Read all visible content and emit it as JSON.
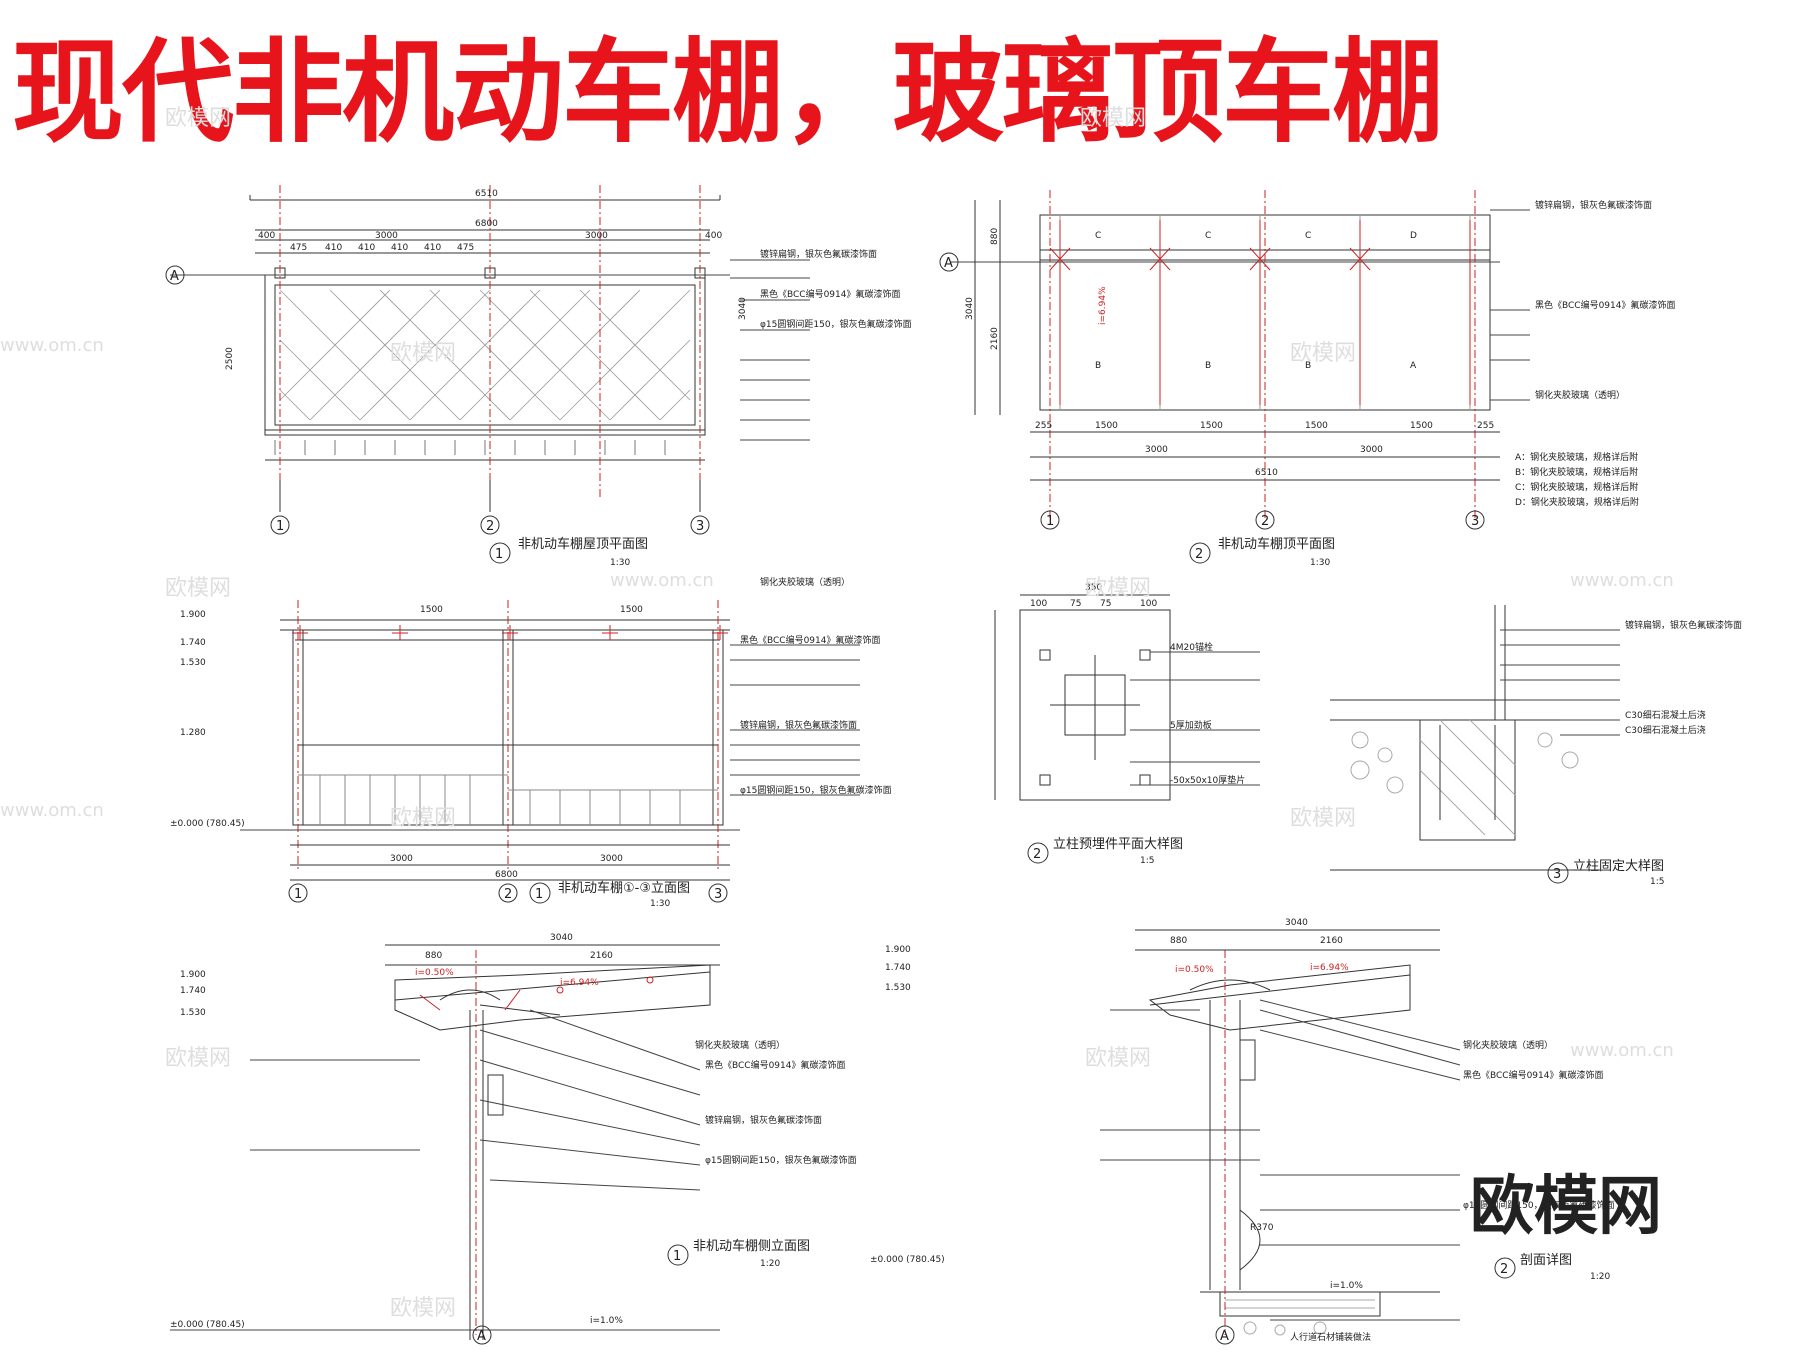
{
  "title": "现代非机动车棚，玻璃顶车棚",
  "brand": "欧模网",
  "watermarks": [
    "欧模网",
    "www.om.cn"
  ],
  "colors": {
    "title": "#e8141b",
    "line": "#333333",
    "axis": "#cc2222"
  },
  "views": [
    {
      "num": "1",
      "name": "非机动车棚屋顶平面图",
      "scale": "1:30"
    },
    {
      "num": "2",
      "name": "非机动车棚顶平面图",
      "scale": "1:30"
    },
    {
      "num": "1",
      "name": "非机动车棚①-③立面图",
      "scale": "1:30"
    },
    {
      "num": "2",
      "name": "立柱预埋件平面大样图",
      "scale": "1:5"
    },
    {
      "num": "3",
      "name": "立柱固定大样图",
      "scale": "1:5"
    },
    {
      "num": "1",
      "name": "非机动车棚侧立面图",
      "scale": "1:20"
    },
    {
      "num": "2",
      "name": "剖面详图",
      "scale": "1:20"
    }
  ],
  "axes": [
    "A",
    "1",
    "2",
    "3"
  ],
  "dims": {
    "roof_total": "6510",
    "roof_inner": "6800",
    "bay": "3000",
    "purlin": "475",
    "purlin_mid": "410",
    "edge": "400",
    "depth": "2500",
    "depth_total": "3040",
    "top_split": [
      "255",
      "1500",
      "1500",
      "1500",
      "1500",
      "255"
    ],
    "side": [
      "880",
      "2160"
    ],
    "plate": "350",
    "plate_split": [
      "100",
      "75",
      "75",
      "100"
    ],
    "slope": "i=6.94%",
    "slope2": "i=0.50%",
    "ground": "i=1.0%",
    "radius": "R370"
  },
  "levels": [
    "1.900",
    "1.740",
    "1.530",
    "1.280",
    "±0.000 (780.45)"
  ],
  "notes": [
    "钢化夹胶玻璃（透明）",
    "镀锌扁钢，银灰色氟碳漆饰面",
    "黑色《BCC编号0914》氟碳漆饰面",
    "φ15圆钢间距150，银灰色氟碳漆饰面",
    "4M20锚栓",
    "5厚加劲板",
    "-50x50x10厚垫片",
    "C30细石混凝土后浇",
    "人行道石材铺装做法"
  ],
  "legend": [
    "A：钢化夹胶玻璃，规格详后附",
    "B：钢化夹胶玻璃，规格详后附",
    "C：钢化夹胶玻璃，规格详后附",
    "D：钢化夹胶玻璃，规格详后附"
  ],
  "zones": [
    "A",
    "B",
    "C",
    "D"
  ]
}
